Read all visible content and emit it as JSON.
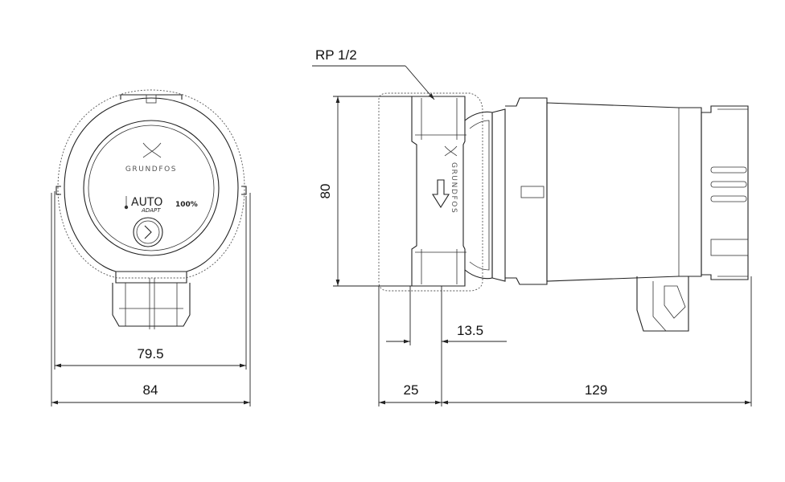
{
  "drawing": {
    "connection_label": "RP 1/2",
    "dimensions": {
      "front_inner_width": "79.5",
      "front_outer_width": "84",
      "side_height": "80",
      "port_offset": "13.5",
      "port_to_axis": "25",
      "motor_length": "129"
    },
    "front_view": {
      "brand": "GRUNDFOS",
      "mode": "AUTO",
      "mode_sub": "ADAPT",
      "speed": "100%"
    },
    "side_view": {
      "brand": "GRUNDFOS"
    }
  }
}
